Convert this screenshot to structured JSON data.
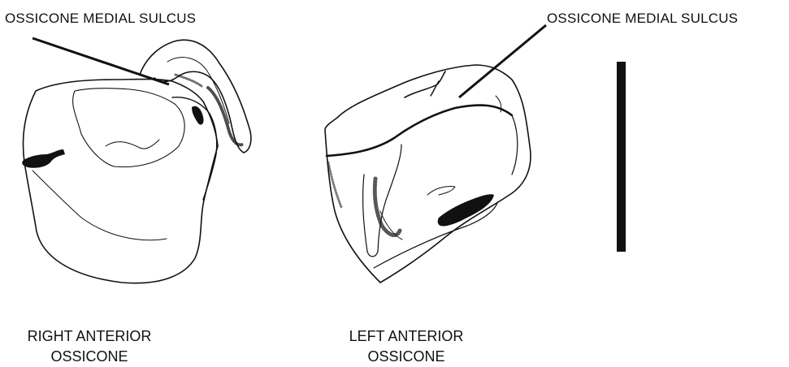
{
  "labels": {
    "left_callout": "OSSICONE MEDIAL SULCUS",
    "right_callout": "OSSICONE MEDIAL SULCUS"
  },
  "captions": {
    "right_anterior": {
      "line1": "RIGHT ANTERIOR",
      "line2": "OSSICONE"
    },
    "left_anterior": {
      "line1": "LEFT ANTERIOR",
      "line2": "OSSICONE"
    }
  },
  "colors": {
    "ink": "#111111",
    "background": "#ffffff"
  }
}
